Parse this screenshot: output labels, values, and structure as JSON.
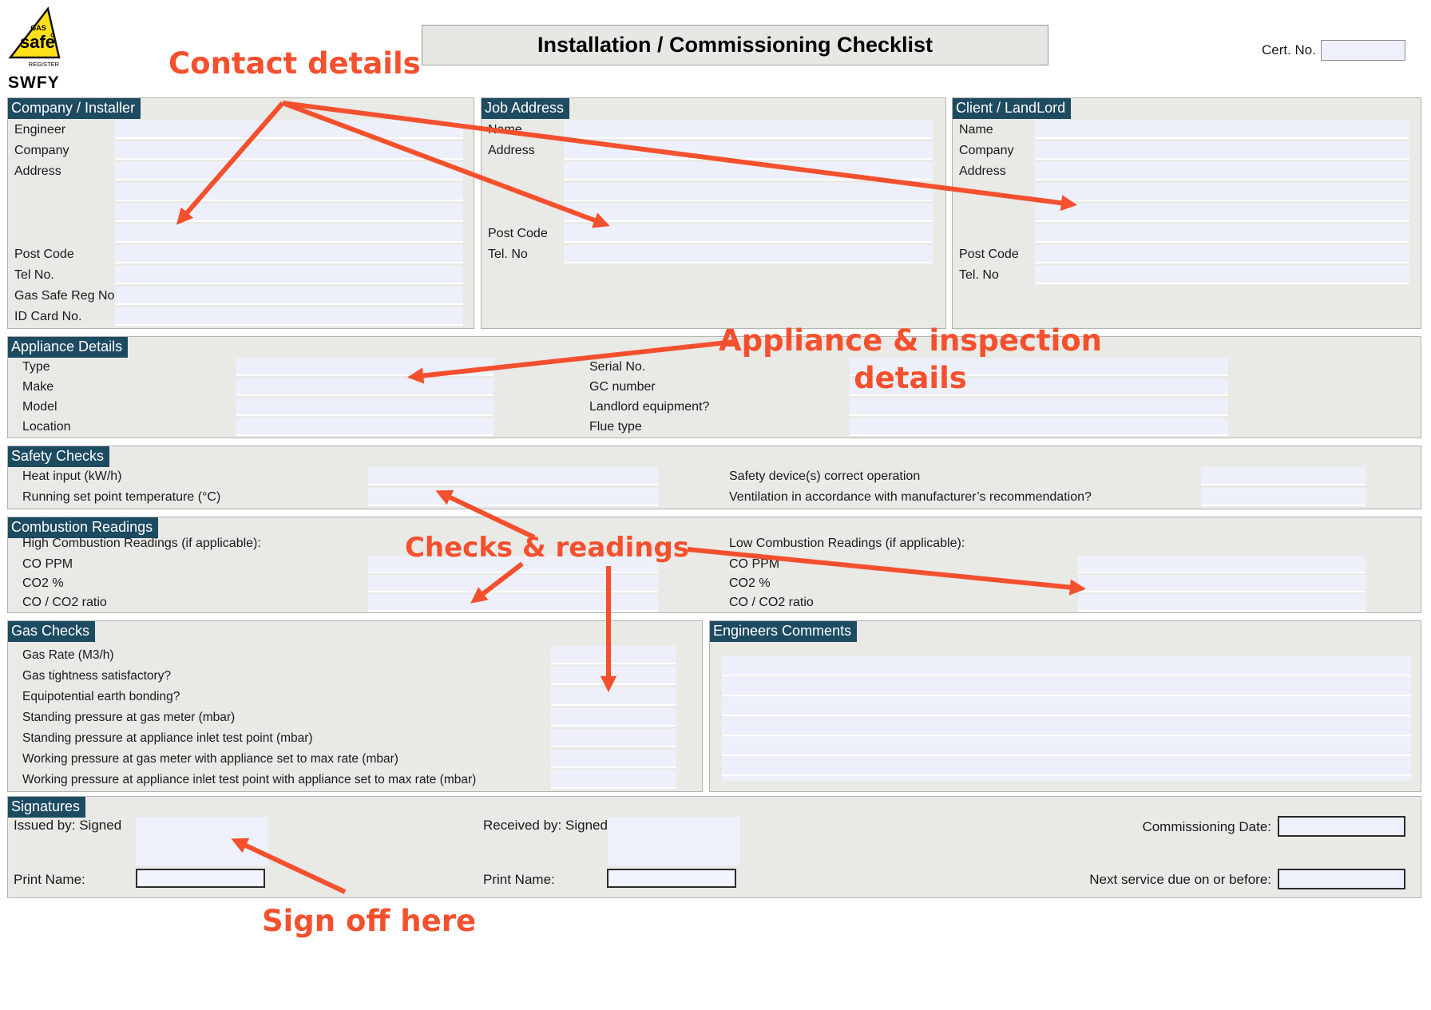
{
  "brand": {
    "gas": "GAS",
    "safe": "safe",
    "register": "REGISTER",
    "name": "SWFY"
  },
  "header": {
    "title": "Installation / Commissioning Checklist",
    "cert_no_label": "Cert. No."
  },
  "colors": {
    "annotation": "#f4502e",
    "section_header_bg": "#1d4b61",
    "input_bg": "#edf0fa",
    "panel_bg": "#e9e9e6"
  },
  "annotations": {
    "contact_details": "Contact details",
    "appliance_line1": "Appliance & inspection",
    "appliance_line2": "details",
    "checks_readings": "Checks & readings",
    "sign_off": "Sign off here"
  },
  "company_installer": {
    "title": "Company / Installer",
    "rows": [
      {
        "label": "Engineer"
      },
      {
        "label": "Company"
      },
      {
        "label": "Address"
      },
      {
        "label": ""
      },
      {
        "label": ""
      },
      {
        "label": ""
      },
      {
        "label": "Post Code"
      },
      {
        "label": "Tel No."
      },
      {
        "label": "Gas Safe Reg No."
      },
      {
        "label": "ID Card No."
      }
    ]
  },
  "job_address": {
    "title": "Job Address",
    "rows": [
      {
        "label": "Name"
      },
      {
        "label": "Address"
      },
      {
        "label": ""
      },
      {
        "label": ""
      },
      {
        "label": ""
      },
      {
        "label": "Post Code"
      },
      {
        "label": "Tel. No"
      }
    ]
  },
  "client_landlord": {
    "title": "Client / LandLord",
    "rows": [
      {
        "label": "Name"
      },
      {
        "label": "Company"
      },
      {
        "label": "Address"
      },
      {
        "label": ""
      },
      {
        "label": ""
      },
      {
        "label": ""
      },
      {
        "label": "Post Code"
      },
      {
        "label": "Tel. No"
      }
    ]
  },
  "appliance_details": {
    "title": "Appliance Details",
    "rows": [
      {
        "left": "Type",
        "right": "Serial No."
      },
      {
        "left": "Make",
        "right": "GC number"
      },
      {
        "left": "Model",
        "right": "Landlord equipment?"
      },
      {
        "left": "Location",
        "right": "Flue type"
      }
    ]
  },
  "safety_checks": {
    "title": "Safety Checks",
    "rows": [
      {
        "left": "Heat input (kW/h)",
        "right": "Safety device(s) correct operation"
      },
      {
        "left": "Running set point temperature (°C)",
        "right": "Ventilation in accordance with manufacturer’s recommendation?"
      }
    ]
  },
  "combustion_readings": {
    "title": "Combustion Readings",
    "left_header": "High Combustion Readings (if applicable):",
    "right_header": "Low Combustion Readings (if applicable):",
    "rows": [
      {
        "left": "CO PPM",
        "right": "CO PPM"
      },
      {
        "left": "CO2 %",
        "right": "CO2 %"
      },
      {
        "left": "CO / CO2 ratio",
        "right": "CO / CO2 ratio"
      }
    ]
  },
  "gas_checks": {
    "title": "Gas Checks",
    "rows": [
      {
        "label": "Gas Rate (M3/h)"
      },
      {
        "label": "Gas tightness satisfactory?"
      },
      {
        "label": "Equipotential earth bonding?"
      },
      {
        "label": "Standing pressure at gas meter (mbar)"
      },
      {
        "label": "Standing pressure at appliance inlet test point (mbar)"
      },
      {
        "label": "Working pressure at gas meter with appliance set to max rate (mbar)"
      },
      {
        "label": "Working pressure at appliance inlet test point with appliance set to max rate (mbar)"
      }
    ]
  },
  "engineers_comments": {
    "title": "Engineers Comments"
  },
  "signatures": {
    "title": "Signatures",
    "issued_by_label": "Issued by: Signed",
    "received_by_label": "Received by: Signed",
    "print_name_label": "Print Name:",
    "commissioning_date_label": "Commissioning Date:",
    "next_service_label": "Next service due on or before:"
  }
}
